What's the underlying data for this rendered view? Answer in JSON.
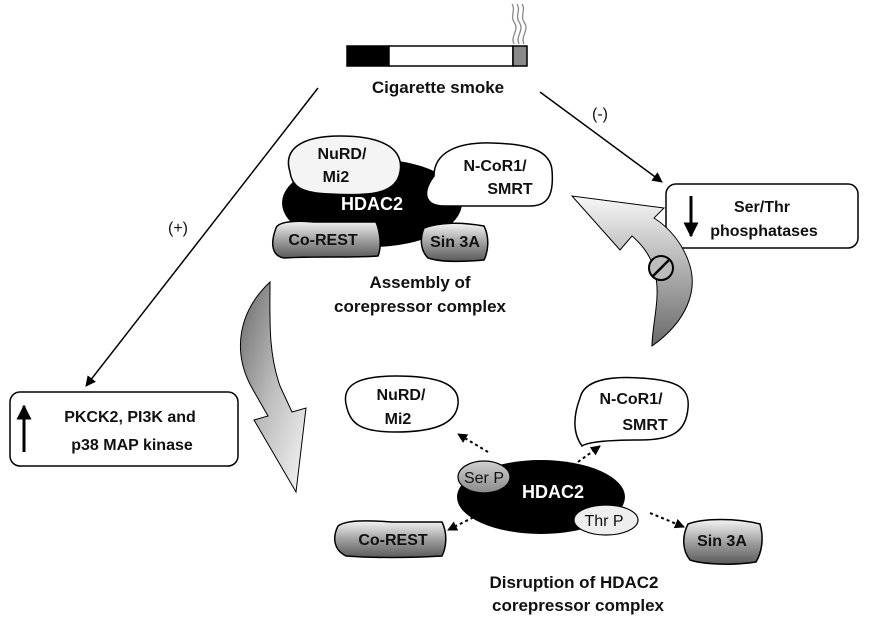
{
  "cigarette": {
    "label": "Cigarette smoke"
  },
  "signs": {
    "positive": "(+)",
    "negative": "(-)"
  },
  "assembled_complex": {
    "nurd": [
      "NuRD/",
      "Mi2"
    ],
    "ncor": [
      "N-CoR1/",
      "SMRT"
    ],
    "hdac2": "HDAC2",
    "corest": "Co-REST",
    "sin3a": "Sin 3A",
    "caption": [
      "Assembly of",
      "corepressor complex"
    ]
  },
  "disrupted_complex": {
    "nurd": [
      "NuRD/",
      "Mi2"
    ],
    "ncor": [
      "N-CoR1/",
      "SMRT"
    ],
    "hdac2": "HDAC2",
    "ser_p": "Ser P",
    "thr_p": "Thr P",
    "corest": "Co-REST",
    "sin3a": "Sin 3A",
    "caption": [
      "Disruption of HDAC2",
      "corepressor complex"
    ]
  },
  "phosphatase_box": {
    "lines": [
      "Ser/Thr",
      "phosphatases"
    ],
    "arrow": "down"
  },
  "kinase_box": {
    "lines": [
      "PKCK2, PI3K and",
      "p38 MAP kinase"
    ],
    "arrow": "up"
  },
  "colors": {
    "ink": "#000000",
    "gray_dark": "#7a7a7a",
    "gray_light": "#e6e6e6"
  }
}
